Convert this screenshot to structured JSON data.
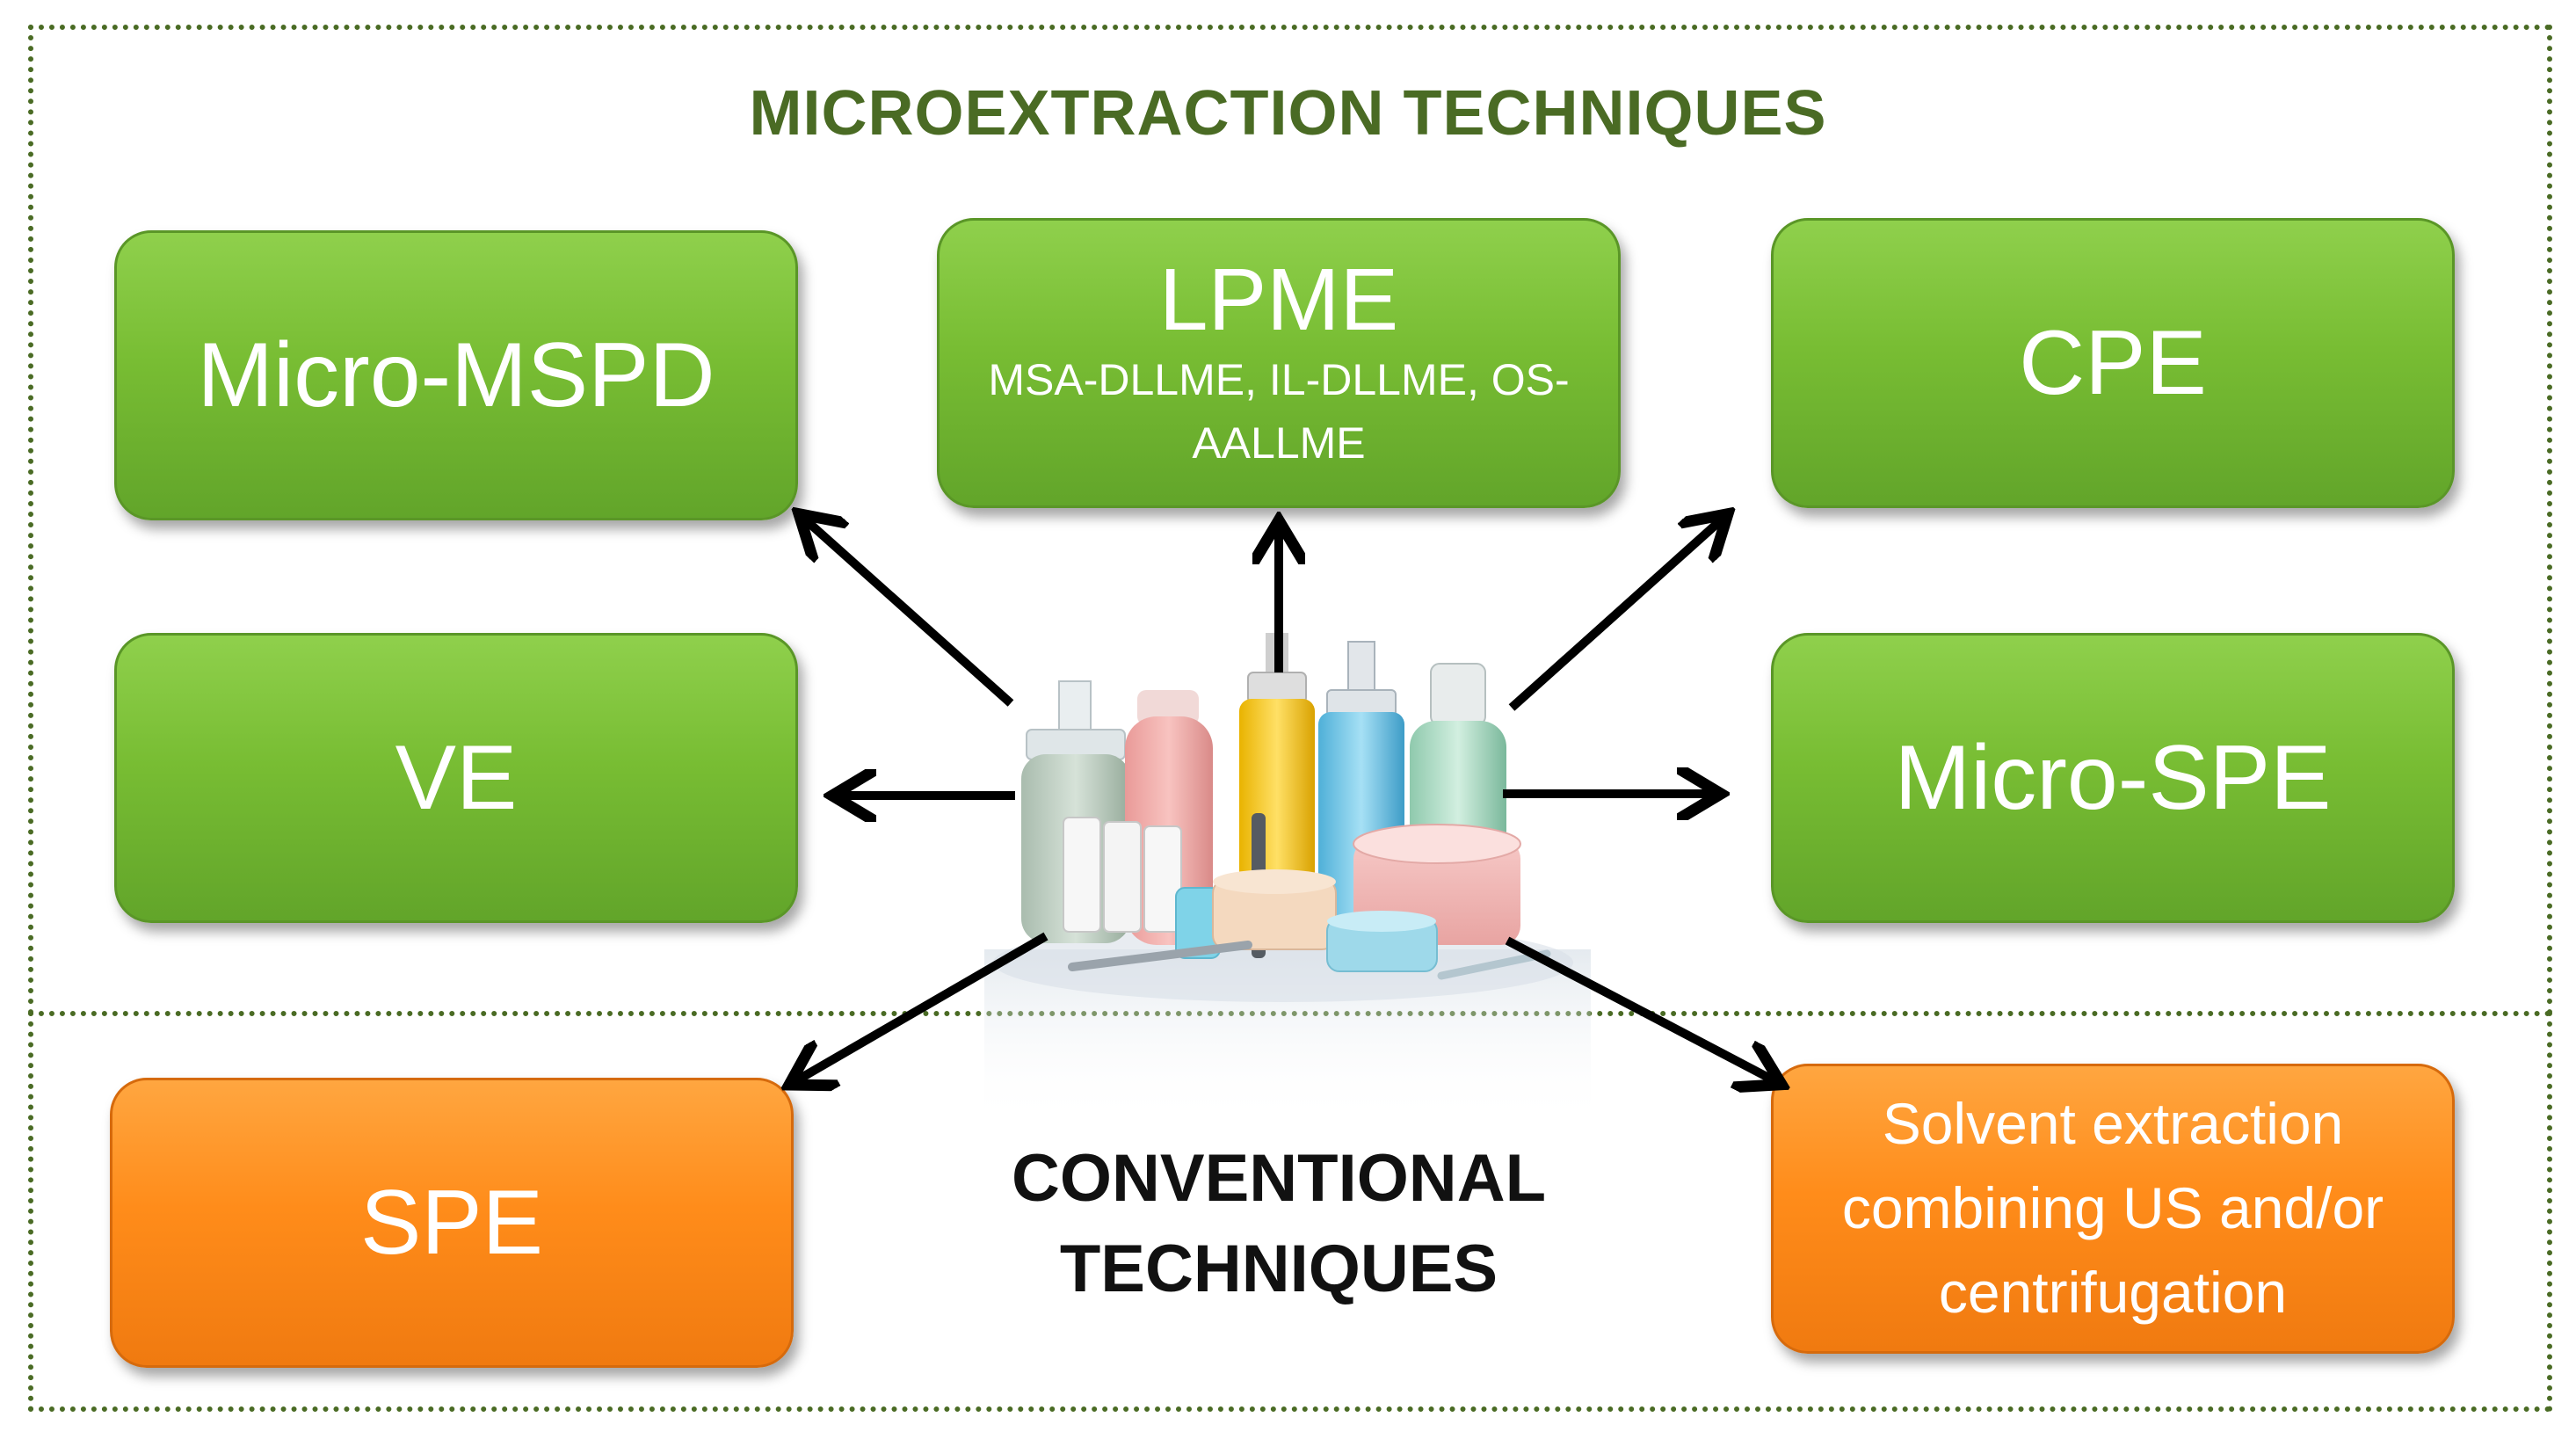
{
  "title": "MICROEXTRACTION TECHNIQUES",
  "microextraction": {
    "micro_mspd": "Micro-MSPD",
    "lpme": "LPME",
    "lpme_sub": "MSA-DLLME, IL-DLLME, OS-AALLME",
    "cpe": "CPE",
    "ve": "VE",
    "micro_spe": "Micro-SPE"
  },
  "conventional": {
    "label": "CONVENTIONAL TECHNIQUES",
    "spe": "SPE",
    "solvent": "Solvent extraction combining US and/or centrifugation"
  },
  "colors": {
    "frame": "#4a6b24",
    "microextraction_box": "#78bd33",
    "conventional_box": "#ff8c1a",
    "arrow": "#000000"
  },
  "icons": {
    "center_image": "cosmetics-products-illustration"
  }
}
